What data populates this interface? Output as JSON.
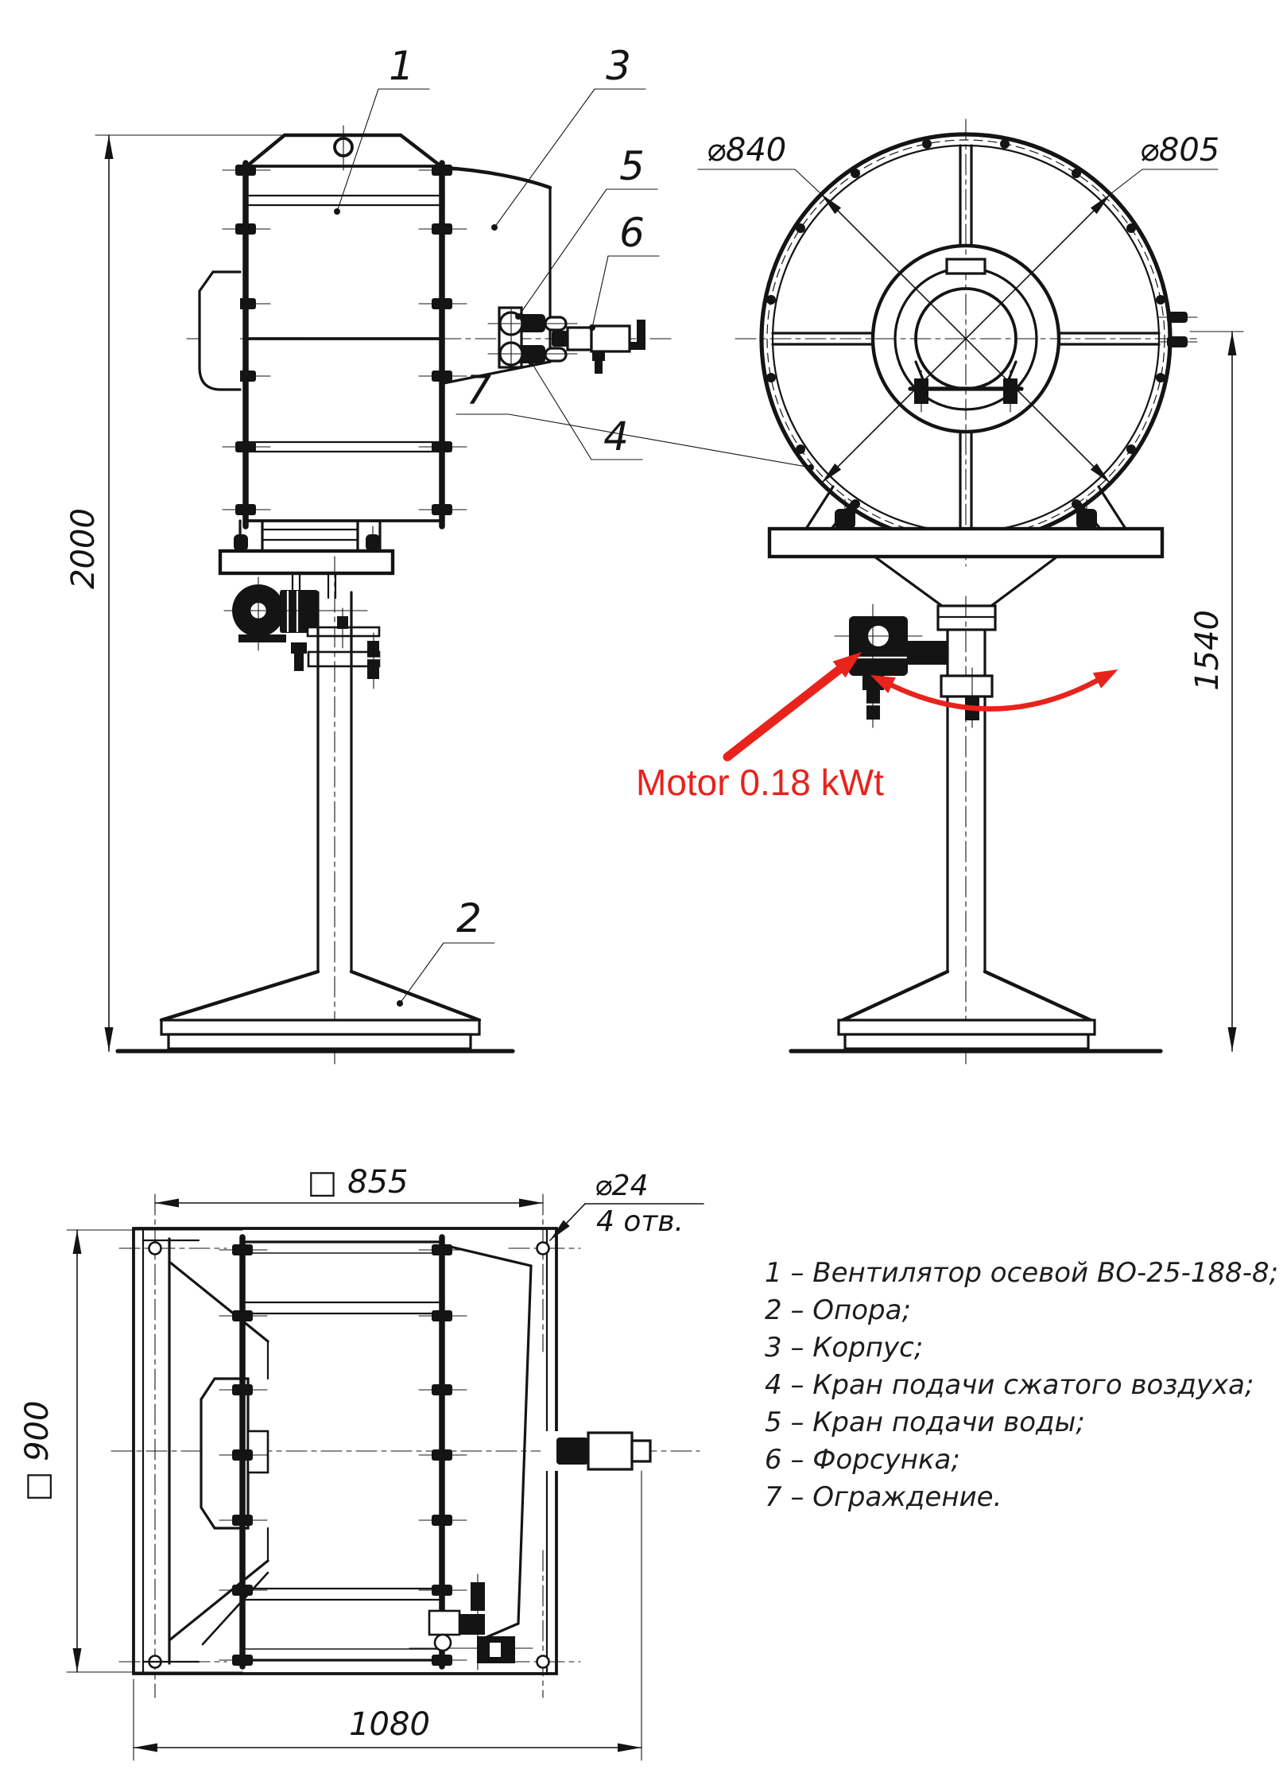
{
  "views": {
    "side": {
      "height_dim": "2000",
      "callout_fan": "1",
      "callout_support": "2",
      "callout_housing": "3",
      "callout_air_valve": "4",
      "callout_water_valve": "5",
      "callout_nozzle": "6"
    },
    "front": {
      "outer_diameter": "⌀840",
      "inner_diameter": "⌀805",
      "axis_height_dim": "1540",
      "callout_guard": "7"
    },
    "plan": {
      "bolt_spacing_dim": "□ 855",
      "hole_diameter": "⌀24",
      "hole_count": "4 отв.",
      "plate_dim": "□ 900",
      "overall_depth_dim": "1080"
    }
  },
  "annotation": {
    "motor_label": "Motor 0.18 kWt",
    "color": "#e7231c"
  },
  "legend": {
    "items": [
      "1 – Вентилятор осевой ВО-25-188-8;",
      "2 – Опора;",
      "3 – Корпус;",
      "4 – Кран подачи сжатого воздуха;",
      "5 – Кран подачи воды;",
      "6 – Форсунка;",
      "7 – Ограждение."
    ]
  }
}
